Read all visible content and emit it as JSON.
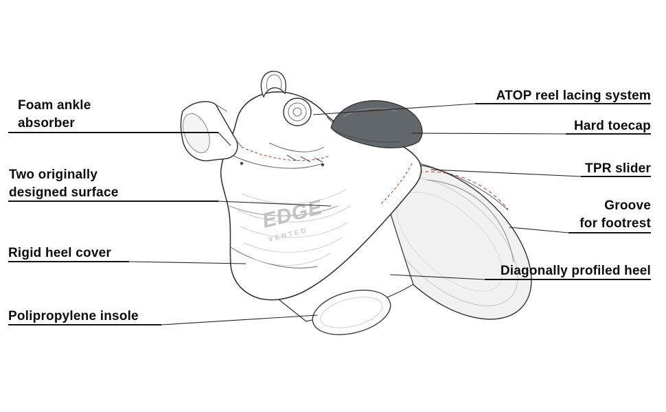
{
  "page": {
    "background": "#ffffff"
  },
  "labels": {
    "foam_ankle_absorber": {
      "lines": [
        "Foam ankle",
        "absorber"
      ]
    },
    "two_designed_surface": {
      "lines": [
        "Two originally",
        "designed surface"
      ]
    },
    "rigid_heel_cover": {
      "lines": [
        "Rigid heel cover"
      ]
    },
    "polipropylene_insole": {
      "lines": [
        "Polipropylene insole"
      ]
    },
    "atop_reel_lacing": {
      "lines": [
        "ATOP reel lacing system"
      ]
    },
    "hard_toecap": {
      "lines": [
        "Hard toecap"
      ]
    },
    "tpr_slider": {
      "lines": [
        "TPR slider"
      ]
    },
    "groove_for_footrest": {
      "lines": [
        "Groove",
        "for footrest"
      ]
    },
    "diagonally_profiled_heel": {
      "lines": [
        "Diagonally profiled heel"
      ]
    }
  },
  "artwork": {
    "boot_logo_text": "EDGE",
    "boot_logo_subtext": "VENTED",
    "colors": {
      "outline": "#333333",
      "label_text": "#0c0c0c",
      "accent_red": "#c0392b",
      "toecap": "#62676c",
      "sole_fill": "#f1f1f1",
      "texture_gray": "#cfcfcf"
    }
  }
}
